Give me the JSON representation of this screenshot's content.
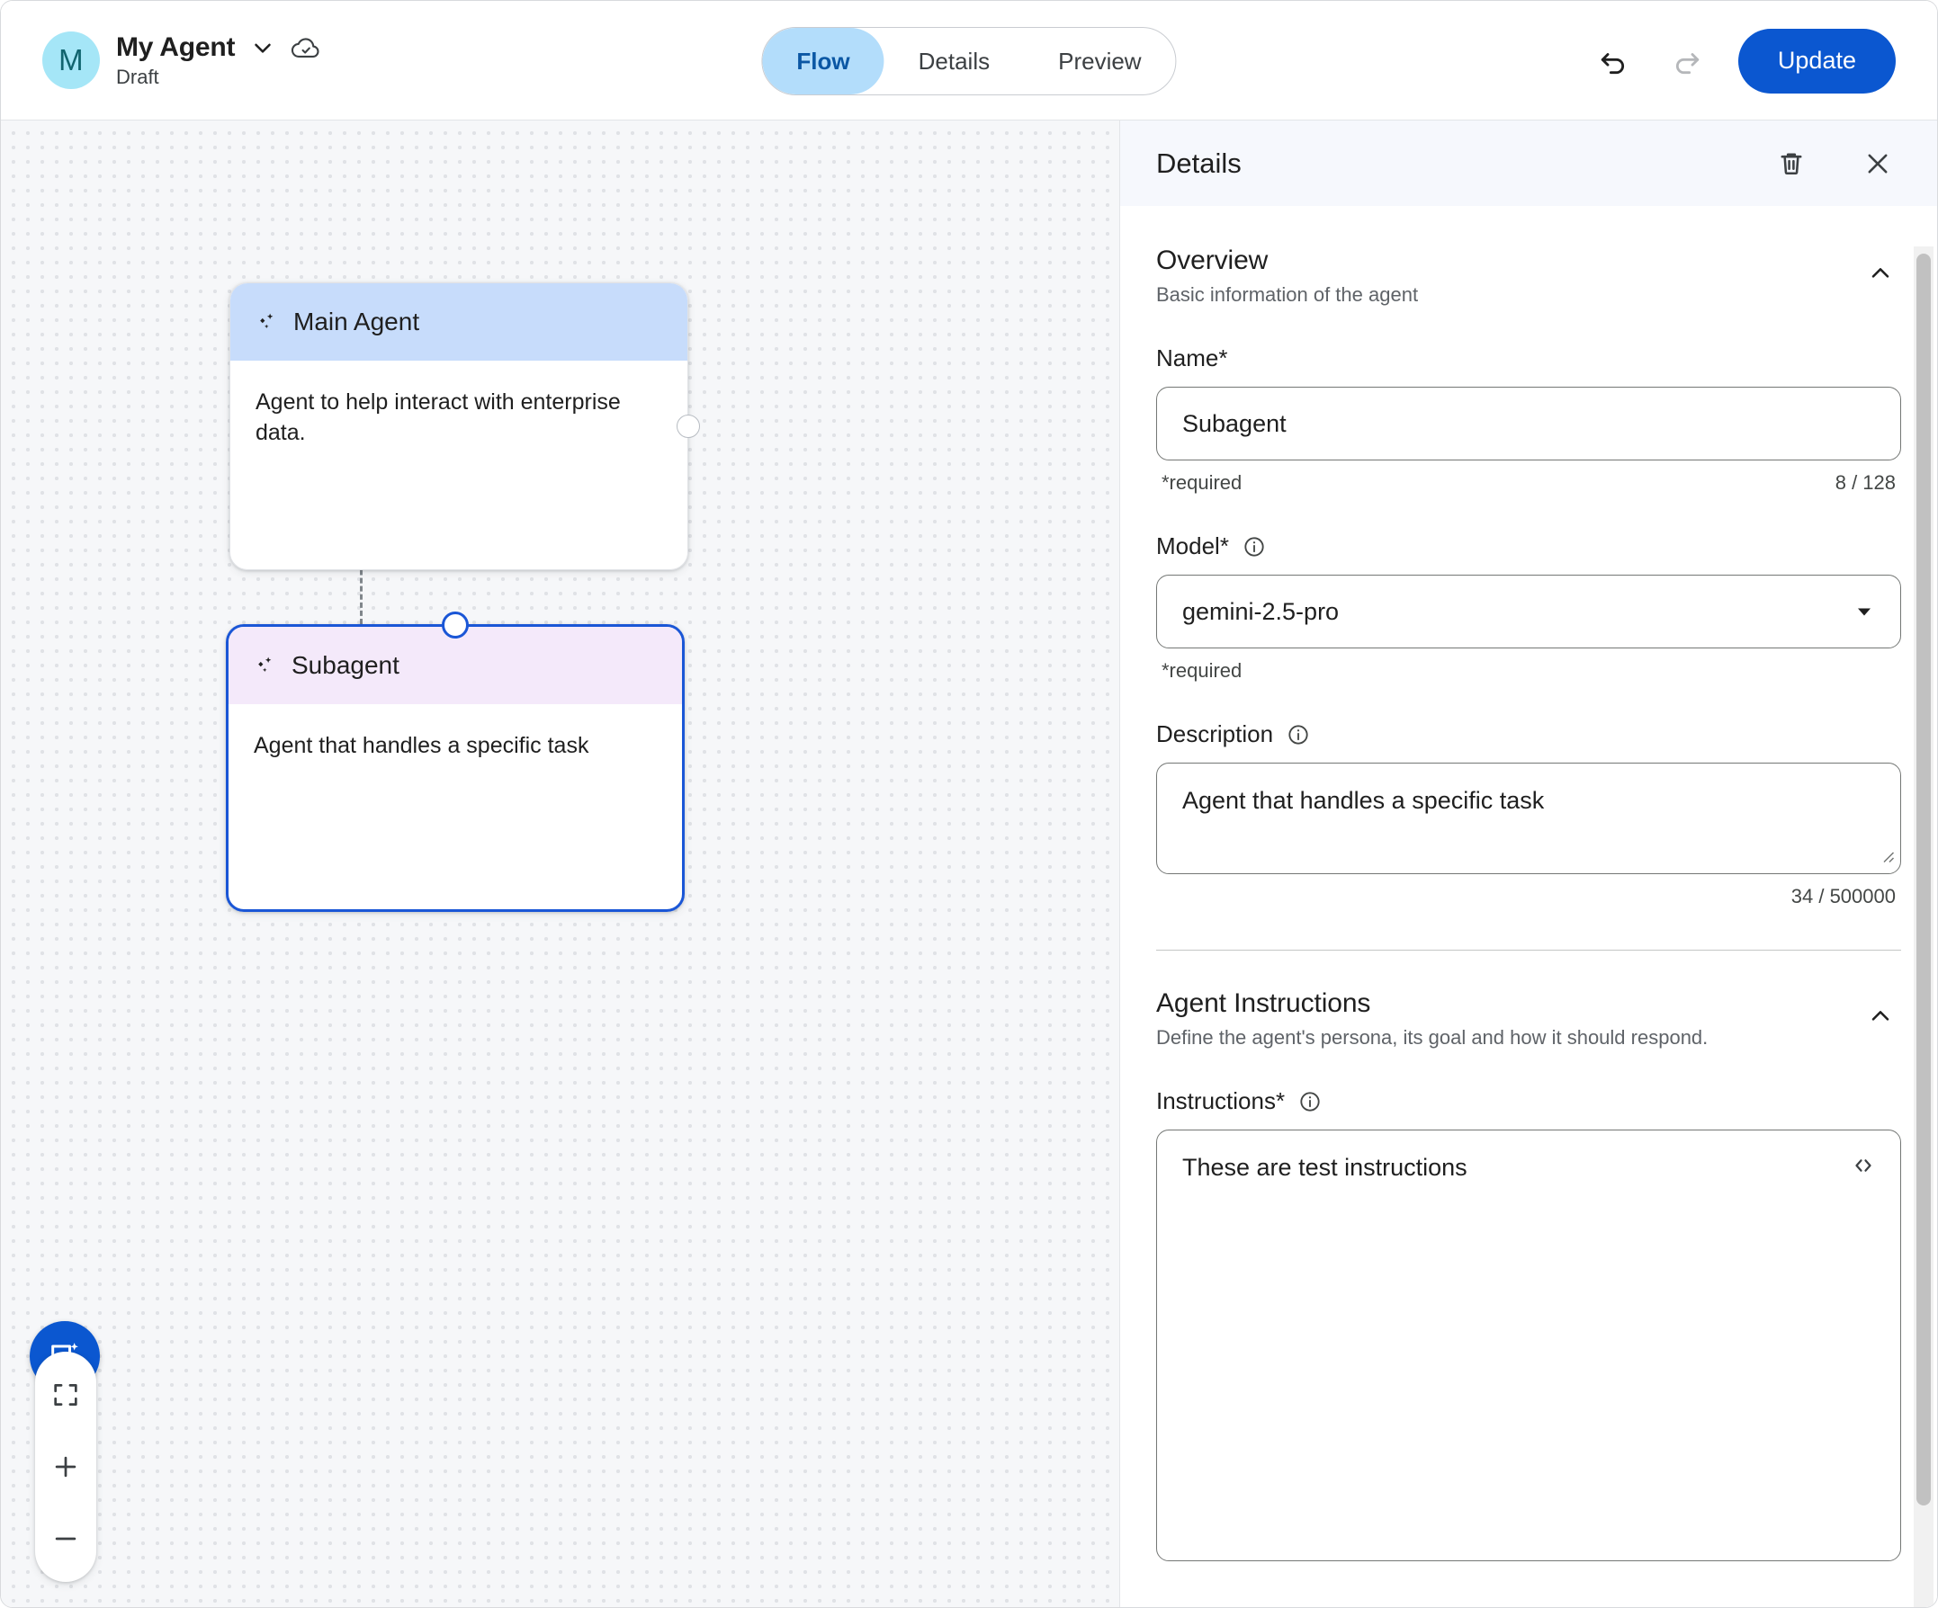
{
  "header": {
    "avatar_initial": "M",
    "title": "My Agent",
    "subtitle": "Draft",
    "dropdown_icon": "chevron-down-icon",
    "save_status_icon": "cloud-check-icon",
    "tabs": [
      {
        "label": "Flow",
        "active": true
      },
      {
        "label": "Details",
        "active": false
      },
      {
        "label": "Preview",
        "active": false
      }
    ],
    "undo_icon": "undo-icon",
    "redo_icon": "redo-icon",
    "update_label": "Update"
  },
  "canvas": {
    "nodes": [
      {
        "id": "main-agent",
        "title": "Main Agent",
        "description": "Agent to help interact with enterprise data.",
        "icon": "sparkle-icon",
        "selected": false,
        "header_color": "#c7dcfb"
      },
      {
        "id": "subagent",
        "title": "Subagent",
        "description": "Agent that handles a specific task",
        "icon": "sparkle-icon",
        "selected": true,
        "header_color": "#f4e9fa"
      }
    ],
    "controls": {
      "chat_icon": "chat-sparkle-icon",
      "fit_icon": "fit-to-screen-icon",
      "zoom_in_icon": "zoom-in-icon",
      "zoom_out_icon": "zoom-out-icon"
    }
  },
  "panel": {
    "title": "Details",
    "delete_icon": "trash-icon",
    "close_icon": "close-icon",
    "sections": [
      {
        "title": "Overview",
        "subtitle": "Basic information of the agent",
        "collapse_icon": "chevron-up-icon"
      },
      {
        "title": "Agent Instructions",
        "subtitle": "Define the agent's persona, its goal and how it should respond.",
        "collapse_icon": "chevron-up-icon"
      }
    ],
    "fields": {
      "name": {
        "label": "Name*",
        "value": "Subagent",
        "required_text": "*required",
        "counter": "8 / 128"
      },
      "model": {
        "label": "Model*",
        "value": "gemini-2.5-pro",
        "required_text": "*required",
        "info_icon": "info-icon",
        "dropdown_icon": "dropdown-arrow-icon"
      },
      "description": {
        "label": "Description",
        "value": "Agent that handles a specific task",
        "counter": "34 / 500000",
        "info_icon": "info-icon"
      },
      "instructions": {
        "label": "Instructions*",
        "value": "These are test instructions",
        "info_icon": "info-icon",
        "code_icon": "code-brackets-icon"
      }
    }
  },
  "colors": {
    "accent_blue": "#0b57d0",
    "tab_active_bg": "#b3ddfb",
    "tab_active_fg": "#0b57a4",
    "avatar_bg": "#a5e6f7",
    "avatar_fg": "#11646f",
    "main_node_header": "#c7dcfb",
    "sub_node_header": "#f4e9fa",
    "node_selected_border": "#1a56d6",
    "canvas_bg": "#f6f7f9",
    "canvas_dot": "#e0e2e6",
    "panel_header_bg": "#f6f8fd"
  }
}
